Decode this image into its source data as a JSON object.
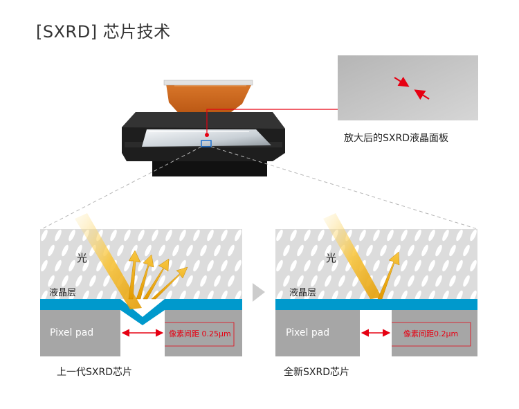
{
  "title": "[SXRD] 芯片技术",
  "zoom_caption": "放大后的SXRD液晶面板",
  "colors": {
    "liquid_crystal_layer": "#0099cc",
    "pixel_pad": "#a6a6a6",
    "light_beam": "#f0a500",
    "pitch_marker": "#e60012",
    "background_cells": "#dcdcdc"
  },
  "left_panel": {
    "light_label": "光",
    "lc_label": "液晶层",
    "pad_label": "Pixel pad",
    "pitch_label": "像素间距 0.25μm",
    "caption": "上一代SXRD芯片"
  },
  "right_panel": {
    "light_label": "光",
    "lc_label": "液晶层",
    "pad_label": "Pixel pad",
    "pitch_label": "像素间距0.2μm",
    "caption": "全新SXRD芯片"
  }
}
